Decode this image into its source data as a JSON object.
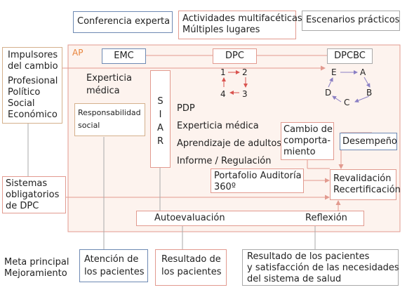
{
  "top_boxes": {
    "expert_conference": "Conferencia experta",
    "multifaceted_line1": "Actividades multifacéticas",
    "multifaceted_line2": "Múltiples lugares",
    "practical_scenarios": "Escenarios prácticos"
  },
  "drivers": {
    "title_line1": "Impulsores",
    "title_line2": "del cambio",
    "items": [
      "Profesional",
      "Político",
      "Social",
      "Económico"
    ]
  },
  "mandatory": {
    "line1": "Sistemas",
    "line2": "obligatorios",
    "line3": "de DPC"
  },
  "goal": {
    "line1": "Meta principal",
    "line2": "Mejoramiento"
  },
  "ap": {
    "label": "AP",
    "emc": "EMC",
    "dpc": "DPC",
    "dpcbc": "DPCBC",
    "medical_expertise_line1": "Experticia",
    "medical_expertise_line2": "médica",
    "social_resp_line1": "Responsabilidad",
    "social_resp_line2": "social",
    "siar": [
      "S",
      "I",
      "A",
      "R"
    ],
    "list_items": [
      "PDP",
      "Experticia médica",
      "Aprendizaje de adultos",
      "Informe / Regulación"
    ],
    "behavior_change": [
      "Cambio de",
      "comporta-",
      "miento"
    ],
    "performance": "Desempeño",
    "portfolio_line1": "Portafolio  Auditoría",
    "portfolio_line2": "360º",
    "revalidation_line1": "Revalidación",
    "revalidation_line2": "Recertificación",
    "self_assessment": "Autoevaluación",
    "reflection": "Reflexión",
    "dpc_cycle": [
      "1",
      "2",
      "3",
      "4"
    ],
    "dpcbc_cycle": [
      "E",
      "A",
      "B",
      "C",
      "D"
    ]
  },
  "outcomes": {
    "patient_care_line1": "Atención de",
    "patient_care_line2": "los pacientes",
    "patient_results_line1": "Resultado de",
    "patient_results_line2": "los pacientes",
    "system_line1": "Resultado de los pacientes",
    "system_line2": "y satisfacción de las necesidades",
    "system_line3": "del sistema de salud"
  },
  "colors": {
    "blue_border": "#6d89b3",
    "tan_border": "#d4b08c",
    "red_border": "#e29a8f",
    "ap_background": "#fdf3ee",
    "arrow_red": "#d9534f",
    "arrow_purple": "#8a7fc4",
    "ap_label": "#e8833a"
  }
}
